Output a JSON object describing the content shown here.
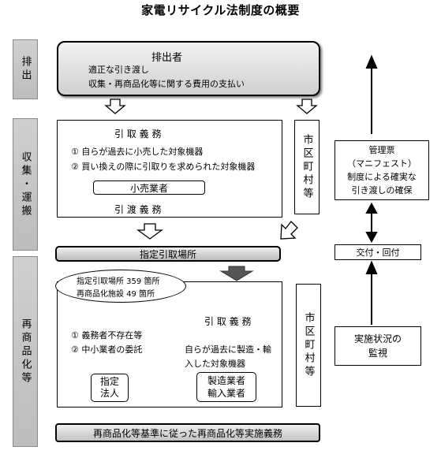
{
  "title": "家電リサイクル法制度の概要",
  "side_labels": {
    "haishutsu": "排出",
    "shushu": "収集・運搬",
    "saishohin": "再商品化等"
  },
  "emitter": {
    "title": "排出者",
    "line1": "適正な引き渡し",
    "line2": "収集・再商品化等に関する費用の支払い"
  },
  "retail": {
    "duty_take": "引 取 義 務",
    "item1": "① 自らが過去に小売した対象機器",
    "item2": "② 買い換えの際に引取りを求められた対象機器",
    "retailer": "小売業者",
    "duty_deliver": "引 渡 義 務"
  },
  "municipality": {
    "top": "市区町村等",
    "bottom": "市区町村等"
  },
  "collection_site": "指定引取場所",
  "recycle": {
    "sites": "指定引取場所 359 箇所",
    "plants": "再商品化施設 49 箇所",
    "item1": "① 義務者不存在等",
    "item2": "② 中小業者の委託",
    "duty_take": "引 取 義 務",
    "desc1": "自らが過去に製造・輸",
    "desc2": "入した対象機器",
    "designated1": "指定",
    "designated2": "法人",
    "maker1": "製造業者",
    "maker2": "輸入業者"
  },
  "duty_bar": "再商品化等基準に従った再商品化等実施義務",
  "manifest": {
    "line1": "管理票",
    "line2": "（マニフェスト）",
    "line3": "制度による確実な",
    "line4": "引き渡しの確保"
  },
  "issue": "交付・回付",
  "monitor": {
    "line1": "実施状況の",
    "line2": "監視"
  },
  "icons": {
    "arrow": "hollow-down-arrow",
    "dark_arrow": "dark-down-arrow"
  },
  "colors": {
    "side_bg": "#c8c8c8",
    "dark_arrow": "#555555"
  }
}
